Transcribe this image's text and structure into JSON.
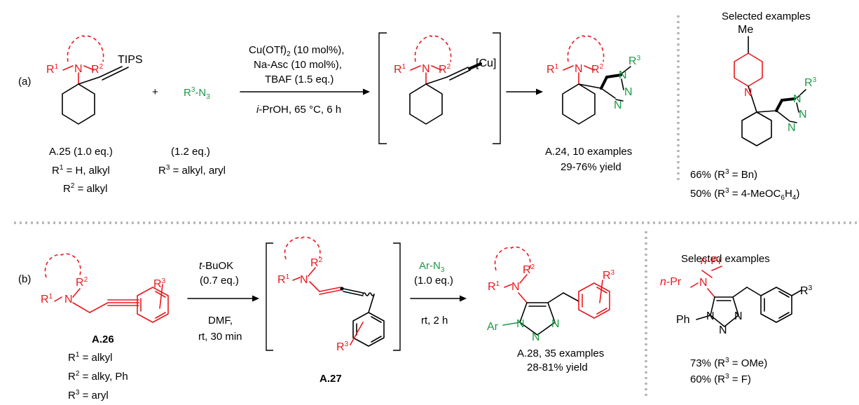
{
  "colors": {
    "amine": "#e8181e",
    "azide": "#1a9a45",
    "bond": "#000000",
    "separator": "#b4b4b4"
  },
  "part_a": {
    "tag": "(a)",
    "reactant": {
      "atoms": {
        "r1": "R",
        "r1_sup": "1",
        "n": "N",
        "r2": "R",
        "r2_sup": "2",
        "tips": "TIPS"
      },
      "id": "A.25",
      "equiv": "(1.0 eq.)",
      "def_r1_label": "R",
      "def_r1_sup": "1",
      "def_r1_rest": " = H, alkyl",
      "def_r2_label": "R",
      "def_r2_sup": "2",
      "def_r2_rest": " = alkyl"
    },
    "plus": "+",
    "azide": {
      "formula_r": "R",
      "formula_sup": "3",
      "formula_rest": "-N",
      "formula_sub": "3",
      "equiv": "(1.2 eq.)",
      "def_label": "R",
      "def_sup": "3",
      "def_rest": " = alkyl, aryl"
    },
    "conditions": {
      "line1": "Cu(OTf)",
      "line1_sub": "2",
      "line1_rest": " (10 mol%),",
      "line2": "Na-Asc (10 mol%),",
      "line3": "TBAF (1.5 eq.)",
      "line4_italic": "i",
      "line4_rest": "-PrOH, 65 °C, 6 h"
    },
    "intermediate": {
      "atoms": {
        "r1": "R",
        "r1_sup": "1",
        "n": "N",
        "r2": "R",
        "r2_sup": "2",
        "cu": "[Cu]"
      }
    },
    "product": {
      "atoms": {
        "r1": "R",
        "r1_sup": "1",
        "n": "N",
        "r2": "R",
        "r2_sup": "2",
        "tn1": "N",
        "tn2": "N",
        "tn3": "N",
        "r3": "R",
        "r3_sup": "3"
      },
      "id": "A.24",
      "caption": ", 10 examples",
      "yield": "29-76% yield"
    },
    "examples": {
      "heading": "Selected examples",
      "me": "Me",
      "n": "N",
      "tn1": "N",
      "tn2": "N",
      "tn3": "N",
      "r3": "R",
      "r3_sup": "3",
      "ex1_pre": "66% (R",
      "ex1_sup": "3",
      "ex1_post": " = Bn)",
      "ex2_pre": "50% (R",
      "ex2_sup": "3",
      "ex2_mid": " = 4-MeOC",
      "ex2_sub1": "6",
      "ex2_h": "H",
      "ex2_sub2": "4",
      "ex2_post": ")"
    }
  },
  "part_b": {
    "tag": "(b)",
    "reactant": {
      "atoms": {
        "r1": "R",
        "r1_sup": "1",
        "n": "N",
        "r2": "R",
        "r2_sup": "2",
        "r3": "R",
        "r3_sup": "3"
      },
      "id": "A.26",
      "def_r1_label": "R",
      "def_r1_sup": "1",
      "def_r1_rest": " = alkyl",
      "def_r2_label": "R",
      "def_r2_sup": "2",
      "def_r2_rest": " = alky, Ph",
      "def_r3_label": "R",
      "def_r3_sup": "3",
      "def_r3_rest": " = aryl"
    },
    "conditions1": {
      "base_italic": "t",
      "base_rest": "-BuOK",
      "base_equiv": "(0.7 eq.)",
      "solvent": "DMF,",
      "time": "rt, 30 min"
    },
    "intermediate": {
      "atoms": {
        "r1": "R",
        "r1_sup": "1",
        "n": "N",
        "r2": "R",
        "r2_sup": "2",
        "r3": "R",
        "r3_sup": "3"
      },
      "id": "A.27"
    },
    "conditions2": {
      "azide": "Ar-N",
      "azide_sub": "3",
      "equiv": "(1.0 eq.)",
      "time": "rt, 2 h"
    },
    "product": {
      "atoms": {
        "r1": "R",
        "r1_sup": "1",
        "n": "N",
        "r2": "R",
        "r2_sup": "2",
        "ar": "Ar",
        "tn1": "N",
        "tn2": "N",
        "tn3": "N",
        "r3": "R",
        "r3_sup": "3"
      },
      "id": "A.28",
      "caption": ", 35 examples",
      "yield": "28-81% yield"
    },
    "examples": {
      "heading": "Selected examples",
      "npr_a_italic": "n",
      "npr_a_rest": "-Pr",
      "npr_b_italic": "n",
      "npr_b_rest": "-Pr",
      "n": "N",
      "ph": "Ph",
      "tn1": "N",
      "tn2": "N",
      "tn3": "N",
      "r3": "R",
      "r3_sup": "3",
      "ex1_pre": "73% (R",
      "ex1_sup": "3",
      "ex1_post": " = OMe)",
      "ex2_pre": "60% (R",
      "ex2_sup": "3",
      "ex2_post": " = F)"
    }
  }
}
